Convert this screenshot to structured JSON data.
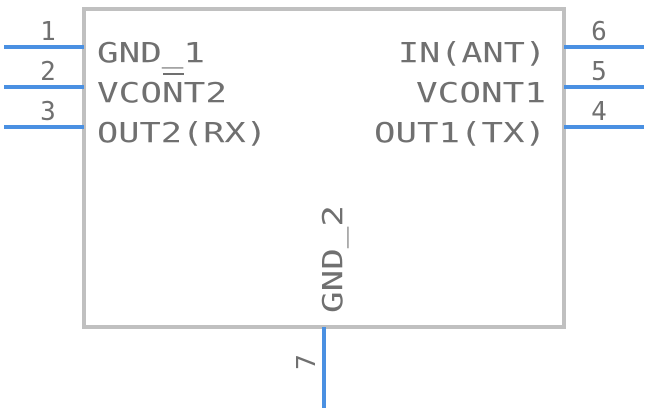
{
  "component": {
    "pins_left": [
      {
        "number": "1",
        "label": "GND_1"
      },
      {
        "number": "2",
        "label": "VCONT2"
      },
      {
        "number": "3",
        "label": "OUT2(RX)"
      }
    ],
    "pins_right": [
      {
        "number": "6",
        "label": "IN(ANT)"
      },
      {
        "number": "5",
        "label": "VCONT1"
      },
      {
        "number": "4",
        "label": "OUT1(TX)"
      }
    ],
    "pin_bottom": {
      "number": "7",
      "label": "GND_2"
    }
  },
  "colors": {
    "pin": "#4a90e2",
    "outline": "#c0c0c0",
    "text": "#707070"
  }
}
